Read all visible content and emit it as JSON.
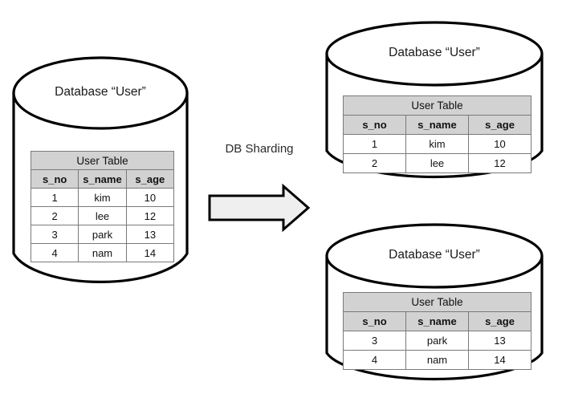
{
  "diagram": {
    "background_color": "#ffffff",
    "line_color": "#000000",
    "header_fill": "#d2d2d2",
    "arrow_fill": "#efefef",
    "center_label": "DB Sharding"
  },
  "source_database": {
    "label": "Database “User”",
    "table": {
      "title": "User Table",
      "columns": [
        "s_no",
        "s_name",
        "s_age"
      ],
      "rows": [
        [
          "1",
          "kim",
          "10"
        ],
        [
          "2",
          "lee",
          "12"
        ],
        [
          "3",
          "park",
          "13"
        ],
        [
          "4",
          "nam",
          "14"
        ]
      ]
    }
  },
  "shards": [
    {
      "label": "Database “User”",
      "table": {
        "title": "User Table",
        "columns": [
          "s_no",
          "s_name",
          "s_age"
        ],
        "rows": [
          [
            "1",
            "kim",
            "10"
          ],
          [
            "2",
            "lee",
            "12"
          ]
        ]
      }
    },
    {
      "label": "Database “User”",
      "table": {
        "title": "User Table",
        "columns": [
          "s_no",
          "s_name",
          "s_age"
        ],
        "rows": [
          [
            "3",
            "park",
            "13"
          ],
          [
            "4",
            "nam",
            "14"
          ]
        ]
      }
    }
  ]
}
